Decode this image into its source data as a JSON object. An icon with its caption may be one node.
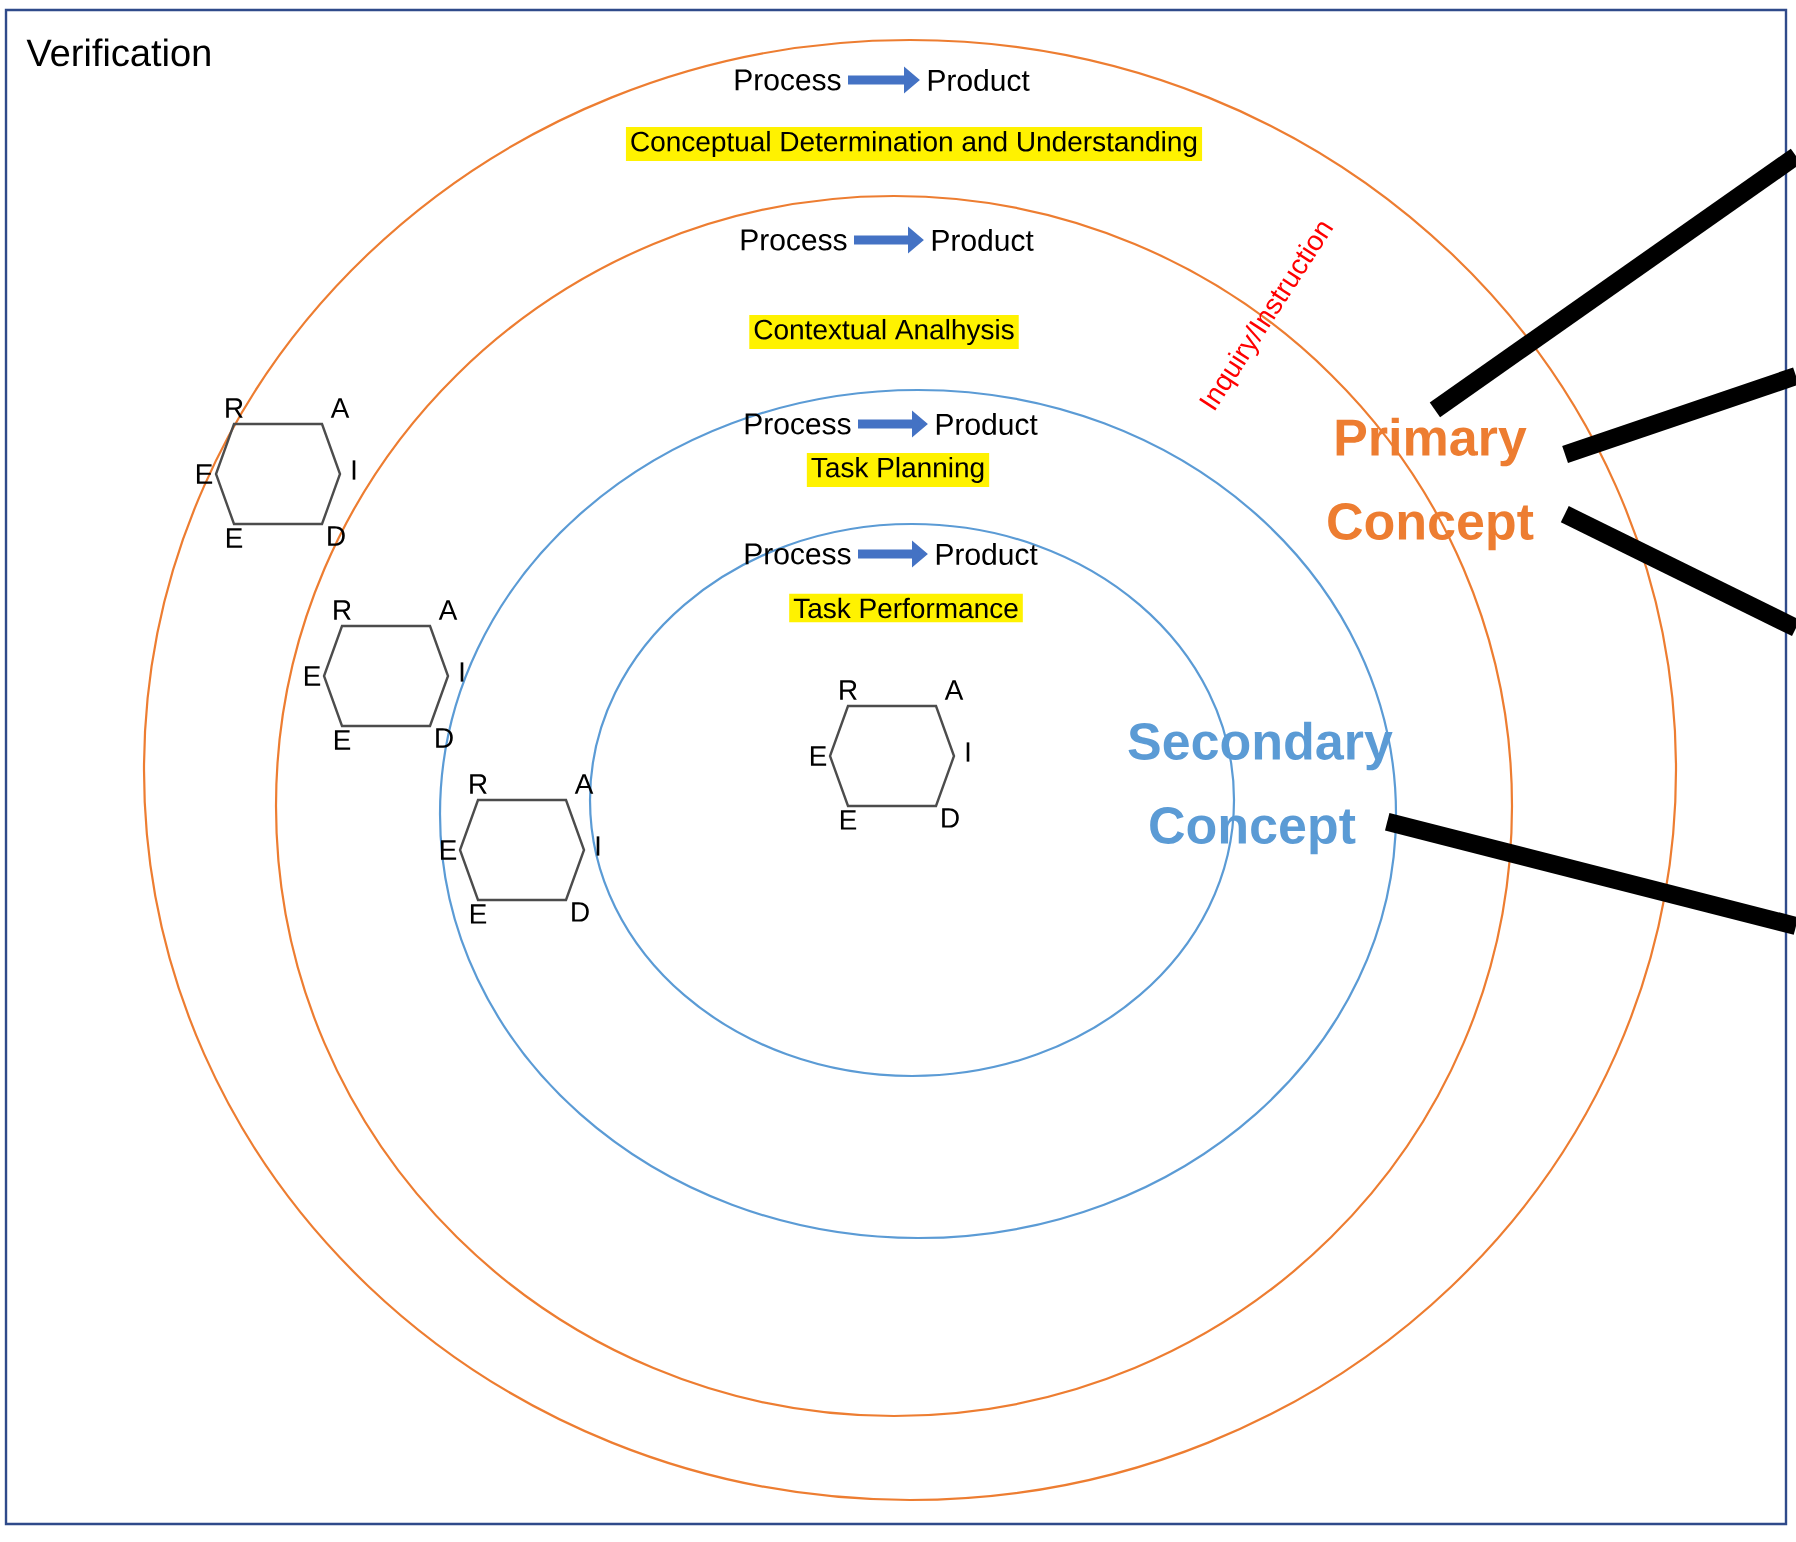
{
  "diagram": {
    "nodes": [
      {
        "text": [
          "Verification"
        ]
      },
      {
        "text": [
          "Conceptual Determination and Understanding"
        ],
        "in": 0
      },
      {
        "text": [
          "Contextual Analhysis"
        ],
        "in": 1
      },
      {
        "text": [
          "Task Planning"
        ],
        "in": 2
      },
      {
        "text": [
          "Task Performance"
        ],
        "in": 3
      },
      {
        "text": [
          "Process"
        ],
        "in": 1
      },
      {
        "text": [
          "Product"
        ],
        "in": 1
      },
      {
        "text": [
          "Process"
        ],
        "in": 2
      },
      {
        "text": [
          "Product"
        ],
        "in": 2
      },
      {
        "text": [
          "Process"
        ],
        "in": 3
      },
      {
        "text": [
          "Product"
        ],
        "in": 3
      },
      {
        "text": [
          "Process"
        ],
        "in": 4
      },
      {
        "text": [
          "Product"
        ],
        "in": 4
      },
      {
        "text": [
          "Primary Concept"
        ],
        "in": 1
      },
      {
        "text": [
          "Secondary Concept"
        ],
        "in": 3
      },
      {
        "text": [],
        "shape": "hexagon",
        "beside": [
          "R",
          "A",
          "E",
          "I",
          "E",
          "D"
        ],
        "in": 1
      },
      {
        "text": [],
        "shape": "hexagon",
        "beside": [
          "R",
          "A",
          "E",
          "I",
          "E",
          "D"
        ],
        "in": 2
      },
      {
        "text": [],
        "shape": "hexagon",
        "beside": [
          "R",
          "A",
          "E",
          "I",
          "E",
          "D"
        ],
        "in": 3
      },
      {
        "text": [],
        "shape": "hexagon",
        "beside": [
          "R",
          "A",
          "E",
          "I",
          "E",
          "D"
        ],
        "in": 4
      }
    ],
    "edges": [
      {
        "from": 5,
        "to": 6,
        "arrow": "to",
        "color": "#4472c4"
      },
      {
        "from": 7,
        "to": 8,
        "arrow": "to",
        "color": "#4472c4"
      },
      {
        "from": 9,
        "to": 10,
        "arrow": "to",
        "color": "#4472c4"
      },
      {
        "from": 11,
        "to": 12,
        "arrow": "to",
        "color": "#4472c4"
      },
      {
        "from": 13,
        "to": null,
        "arrow": "none",
        "style": "thick",
        "color": "#000000"
      },
      {
        "from": 13,
        "to": null,
        "arrow": "none",
        "style": "thick",
        "color": "#000000"
      },
      {
        "from": 13,
        "to": null,
        "arrow": "none",
        "style": "thick",
        "color": "#000000"
      },
      {
        "from": 14,
        "to": null,
        "arrow": "none",
        "style": "thick",
        "color": "#000000"
      }
    ],
    "labels": [
      "Inquiry/Instruction"
    ]
  }
}
